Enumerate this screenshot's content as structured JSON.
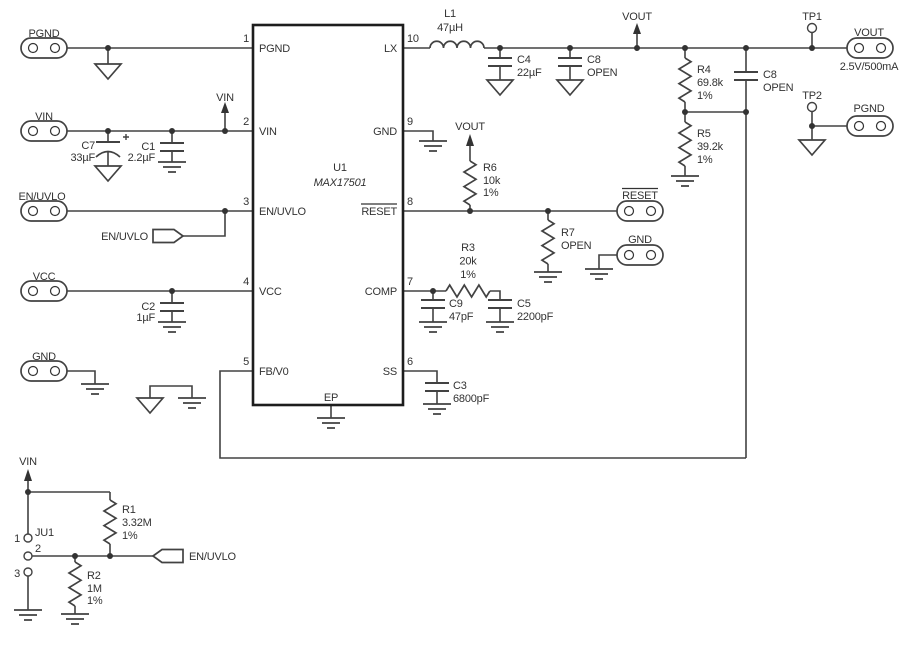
{
  "ic": {
    "ref": "U1",
    "part": "MAX17501",
    "ep": "EP",
    "pins": {
      "left": [
        {
          "num": "1",
          "name": "PGND"
        },
        {
          "num": "2",
          "name": "VIN"
        },
        {
          "num": "3",
          "name": "EN/UVLO"
        },
        {
          "num": "4",
          "name": "VCC"
        },
        {
          "num": "5",
          "name": "FB/V0"
        }
      ],
      "right": [
        {
          "num": "10",
          "name": "LX"
        },
        {
          "num": "9",
          "name": "GND"
        },
        {
          "num": "8",
          "name": "RESET"
        },
        {
          "num": "7",
          "name": "COMP"
        },
        {
          "num": "6",
          "name": "SS"
        }
      ]
    }
  },
  "connectors": {
    "pgnd_top": "PGND",
    "vin": "VIN",
    "en_uvlo": "EN/UVLO",
    "vcc": "VCC",
    "gnd_left": "GND",
    "reset": "RESET",
    "gnd_right": "GND",
    "vout": "VOUT",
    "vout_spec": "2.5V/500mA",
    "pgnd_right": "PGND"
  },
  "test_points": {
    "tp1": "TP1",
    "tp2": "TP2"
  },
  "net_labels": {
    "vin_top": "VIN",
    "vin_bottom": "VIN",
    "vout_rail": "VOUT",
    "vout_r6": "VOUT",
    "en_uvlo_in": "EN/UVLO",
    "en_uvlo_out": "EN/UVLO"
  },
  "components": {
    "l1": {
      "ref": "L1",
      "value": "47µH"
    },
    "c7": {
      "ref": "C7",
      "value": "33µF"
    },
    "c1": {
      "ref": "C1",
      "value": "2.2µF"
    },
    "c2": {
      "ref": "C2",
      "value": "1µF"
    },
    "c4": {
      "ref": "C4",
      "value": "22µF"
    },
    "c8_lx": {
      "ref": "C8",
      "value": "OPEN"
    },
    "c8_fb": {
      "ref": "C8",
      "value": "OPEN"
    },
    "r4": {
      "ref": "R4",
      "value": "69.8k",
      "tol": "1%"
    },
    "r5": {
      "ref": "R5",
      "value": "39.2k",
      "tol": "1%"
    },
    "r6": {
      "ref": "R6",
      "value": "10k",
      "tol": "1%"
    },
    "r7": {
      "ref": "R7",
      "value": "OPEN"
    },
    "r3": {
      "ref": "R3",
      "value": "20k",
      "tol": "1%"
    },
    "c9": {
      "ref": "C9",
      "value": "47pF"
    },
    "c5": {
      "ref": "C5",
      "value": "2200pF"
    },
    "c3": {
      "ref": "C3",
      "value": "6800pF"
    },
    "r1": {
      "ref": "R1",
      "value": "3.32M",
      "tol": "1%"
    },
    "r2": {
      "ref": "R2",
      "value": "1M",
      "tol": "1%"
    }
  },
  "jumper": {
    "ref": "JU1",
    "pins": [
      "1",
      "2",
      "3"
    ]
  },
  "colors": {
    "wire": "#424242",
    "text": "#333333",
    "background": "#ffffff"
  }
}
